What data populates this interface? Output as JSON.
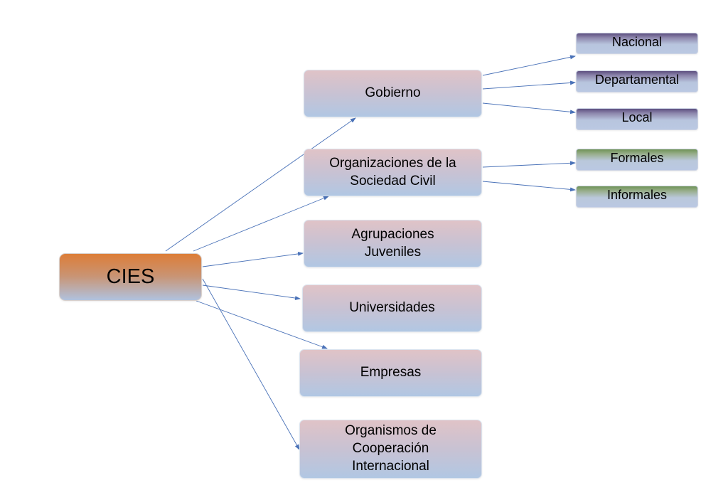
{
  "root": {
    "label": "CIES"
  },
  "categories": [
    {
      "label_lines": [
        "Gobierno"
      ]
    },
    {
      "label_lines": [
        "Organizaciones de la",
        "Sociedad Civil"
      ]
    },
    {
      "label_lines": [
        "Agrupaciones",
        "Juveniles"
      ]
    },
    {
      "label_lines": [
        "Universidades"
      ]
    },
    {
      "label_lines": [
        "Empresas"
      ]
    },
    {
      "label_lines": [
        "Organismos de",
        "Cooperación",
        "Internacional"
      ]
    }
  ],
  "gobierno_levels": [
    {
      "label": "Nacional"
    },
    {
      "label": "Departamental"
    },
    {
      "label": "Local"
    }
  ],
  "sociedad_civil_types": [
    {
      "label": "Formales"
    },
    {
      "label": "Informales"
    }
  ],
  "colors": {
    "connector": "#4a72b8",
    "root_top": "#dd7d37",
    "box_bottom": "#b1c7e3",
    "leaf_purple_top": "#5d4f80",
    "leaf_green_top": "#6e9255"
  }
}
